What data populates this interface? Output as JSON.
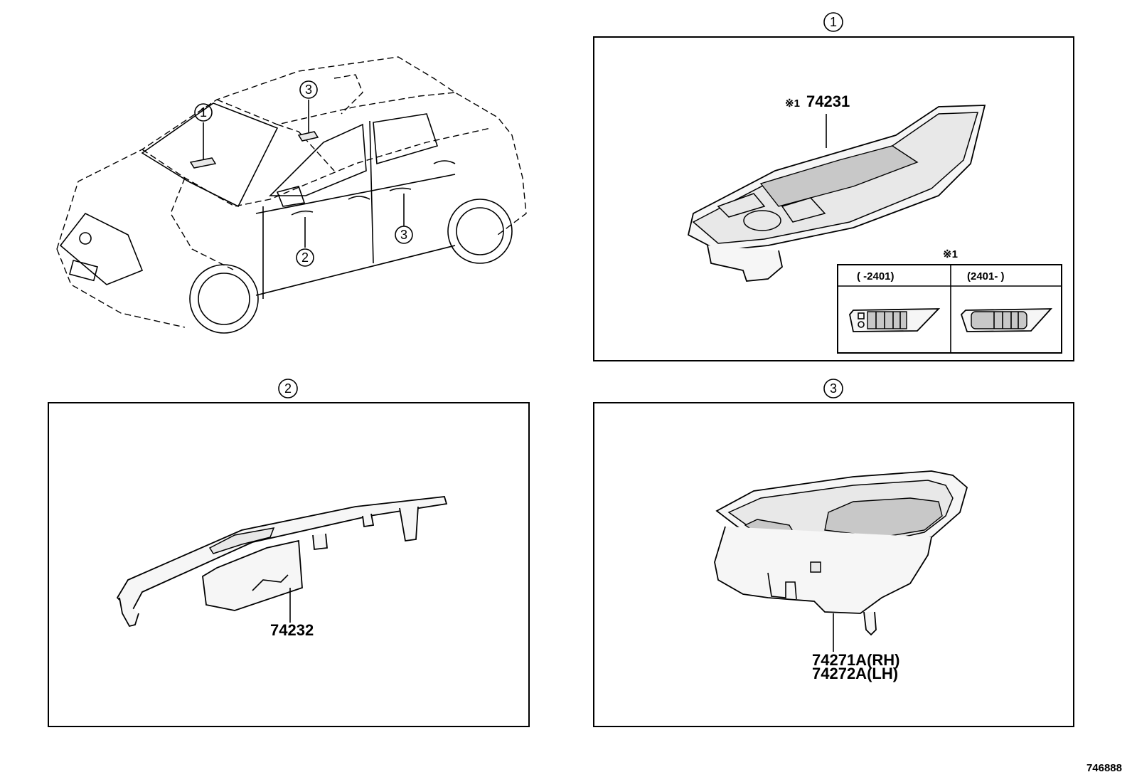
{
  "callouts": {
    "panel1": "1",
    "panel2": "2",
    "panel3": "3"
  },
  "car_view": {
    "markers": [
      "1",
      "2",
      "3",
      "3"
    ]
  },
  "panel1": {
    "note_marker": "※1",
    "part_number": "74231",
    "variant_table": {
      "note": "※1",
      "columns": [
        "(      -2401)",
        "(2401-      )"
      ]
    }
  },
  "panel2": {
    "part_number": "74232"
  },
  "panel3": {
    "part_number_rh": "74271A(RH)",
    "part_number_lh": "74272A(LH)"
  },
  "drawing_id": "746888"
}
